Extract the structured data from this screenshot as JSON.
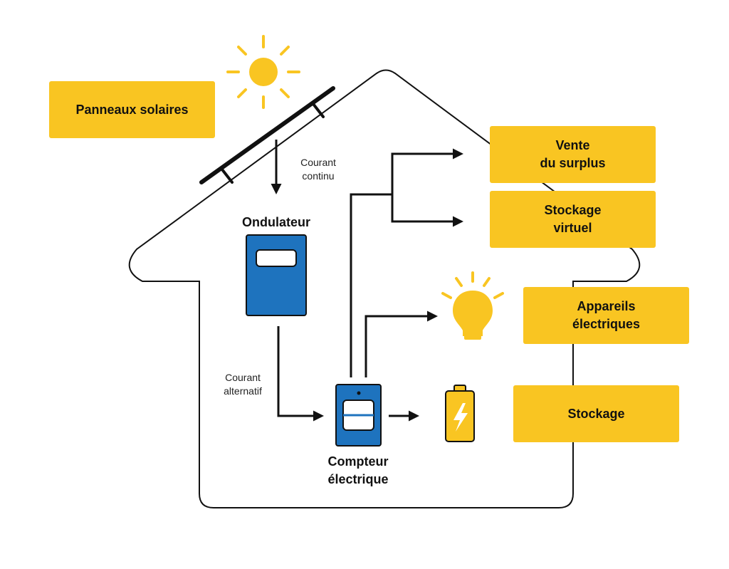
{
  "colors": {
    "accent_yellow": "#F9C522",
    "device_blue": "#1E73BE",
    "outline": "#111111",
    "background": "#FFFFFF"
  },
  "boxes": {
    "panneaux": {
      "line1": "Panneaux solaires"
    },
    "vente": {
      "line1": "Vente",
      "line2": "du surplus"
    },
    "stockage_virtuel": {
      "line1": "Stockage",
      "line2": "virtuel"
    },
    "appareils": {
      "line1": "Appareils",
      "line2": "électriques"
    },
    "stockage": {
      "line1": "Stockage"
    }
  },
  "labels": {
    "courant_continu": {
      "line1": "Courant",
      "line2": "continu"
    },
    "ondulateur": "Ondulateur",
    "courant_alternatif": {
      "line1": "Courant",
      "line2": "alternatif"
    },
    "compteur": {
      "line1": "Compteur",
      "line2": "électrique"
    }
  },
  "icons": [
    "sun-icon",
    "solar-panel-icon",
    "inverter-icon",
    "meter-icon",
    "light-bulb-icon",
    "battery-icon"
  ]
}
